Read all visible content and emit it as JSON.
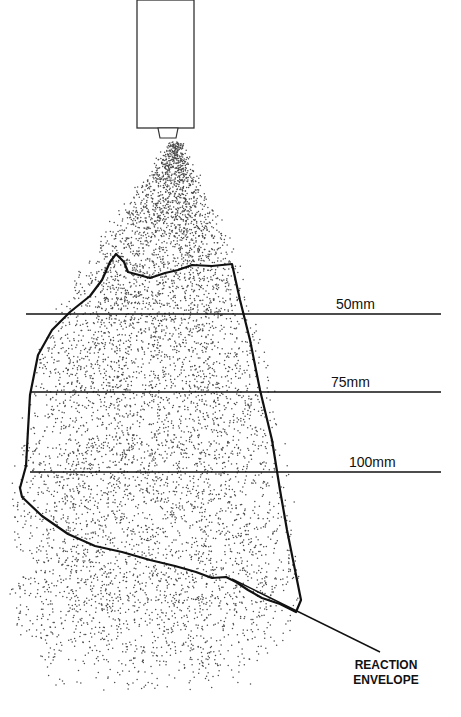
{
  "diagram": {
    "labels": [
      "50mm",
      "75mm",
      "100mm",
      "REACTION ENVELOPE"
    ]
  }
}
